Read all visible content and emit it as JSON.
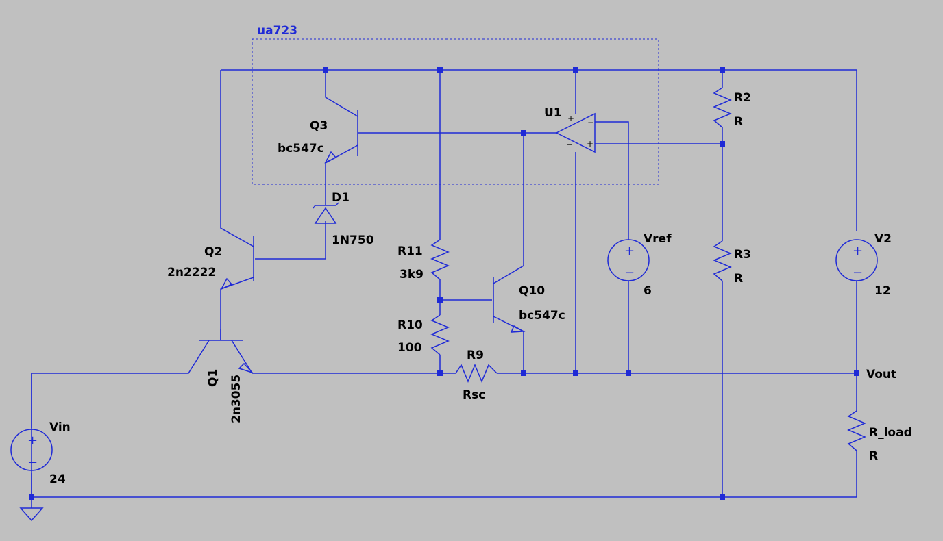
{
  "block": {
    "name": "ua723"
  },
  "components": {
    "Q1": {
      "ref": "Q1",
      "value": "2n3055"
    },
    "Q2": {
      "ref": "Q2",
      "value": "2n2222"
    },
    "Q3": {
      "ref": "Q3",
      "value": "bc547c"
    },
    "Q10": {
      "ref": "Q10",
      "value": "bc547c"
    },
    "D1": {
      "ref": "D1",
      "value": "1N750"
    },
    "U1": {
      "ref": "U1"
    },
    "R2": {
      "ref": "R2",
      "value": "R"
    },
    "R3": {
      "ref": "R3",
      "value": "R"
    },
    "R9": {
      "ref": "R9",
      "value": "Rsc"
    },
    "R10": {
      "ref": "R10",
      "value": "100"
    },
    "R11": {
      "ref": "R11",
      "value": "3k9"
    },
    "R_load": {
      "ref": "R_load",
      "value": "R"
    },
    "Vin": {
      "ref": "Vin",
      "value": "24"
    },
    "Vref": {
      "ref": "Vref",
      "value": "6"
    },
    "V2": {
      "ref": "V2",
      "value": "12"
    }
  },
  "nets": {
    "vout": "Vout"
  },
  "symbols": {
    "plus": "+",
    "minus": "−",
    "opamp_plus": "+",
    "opamp_minus": "−"
  },
  "colors": {
    "background": "#c0c0c0",
    "wire": "#1f2ad6",
    "label": "#000000"
  }
}
